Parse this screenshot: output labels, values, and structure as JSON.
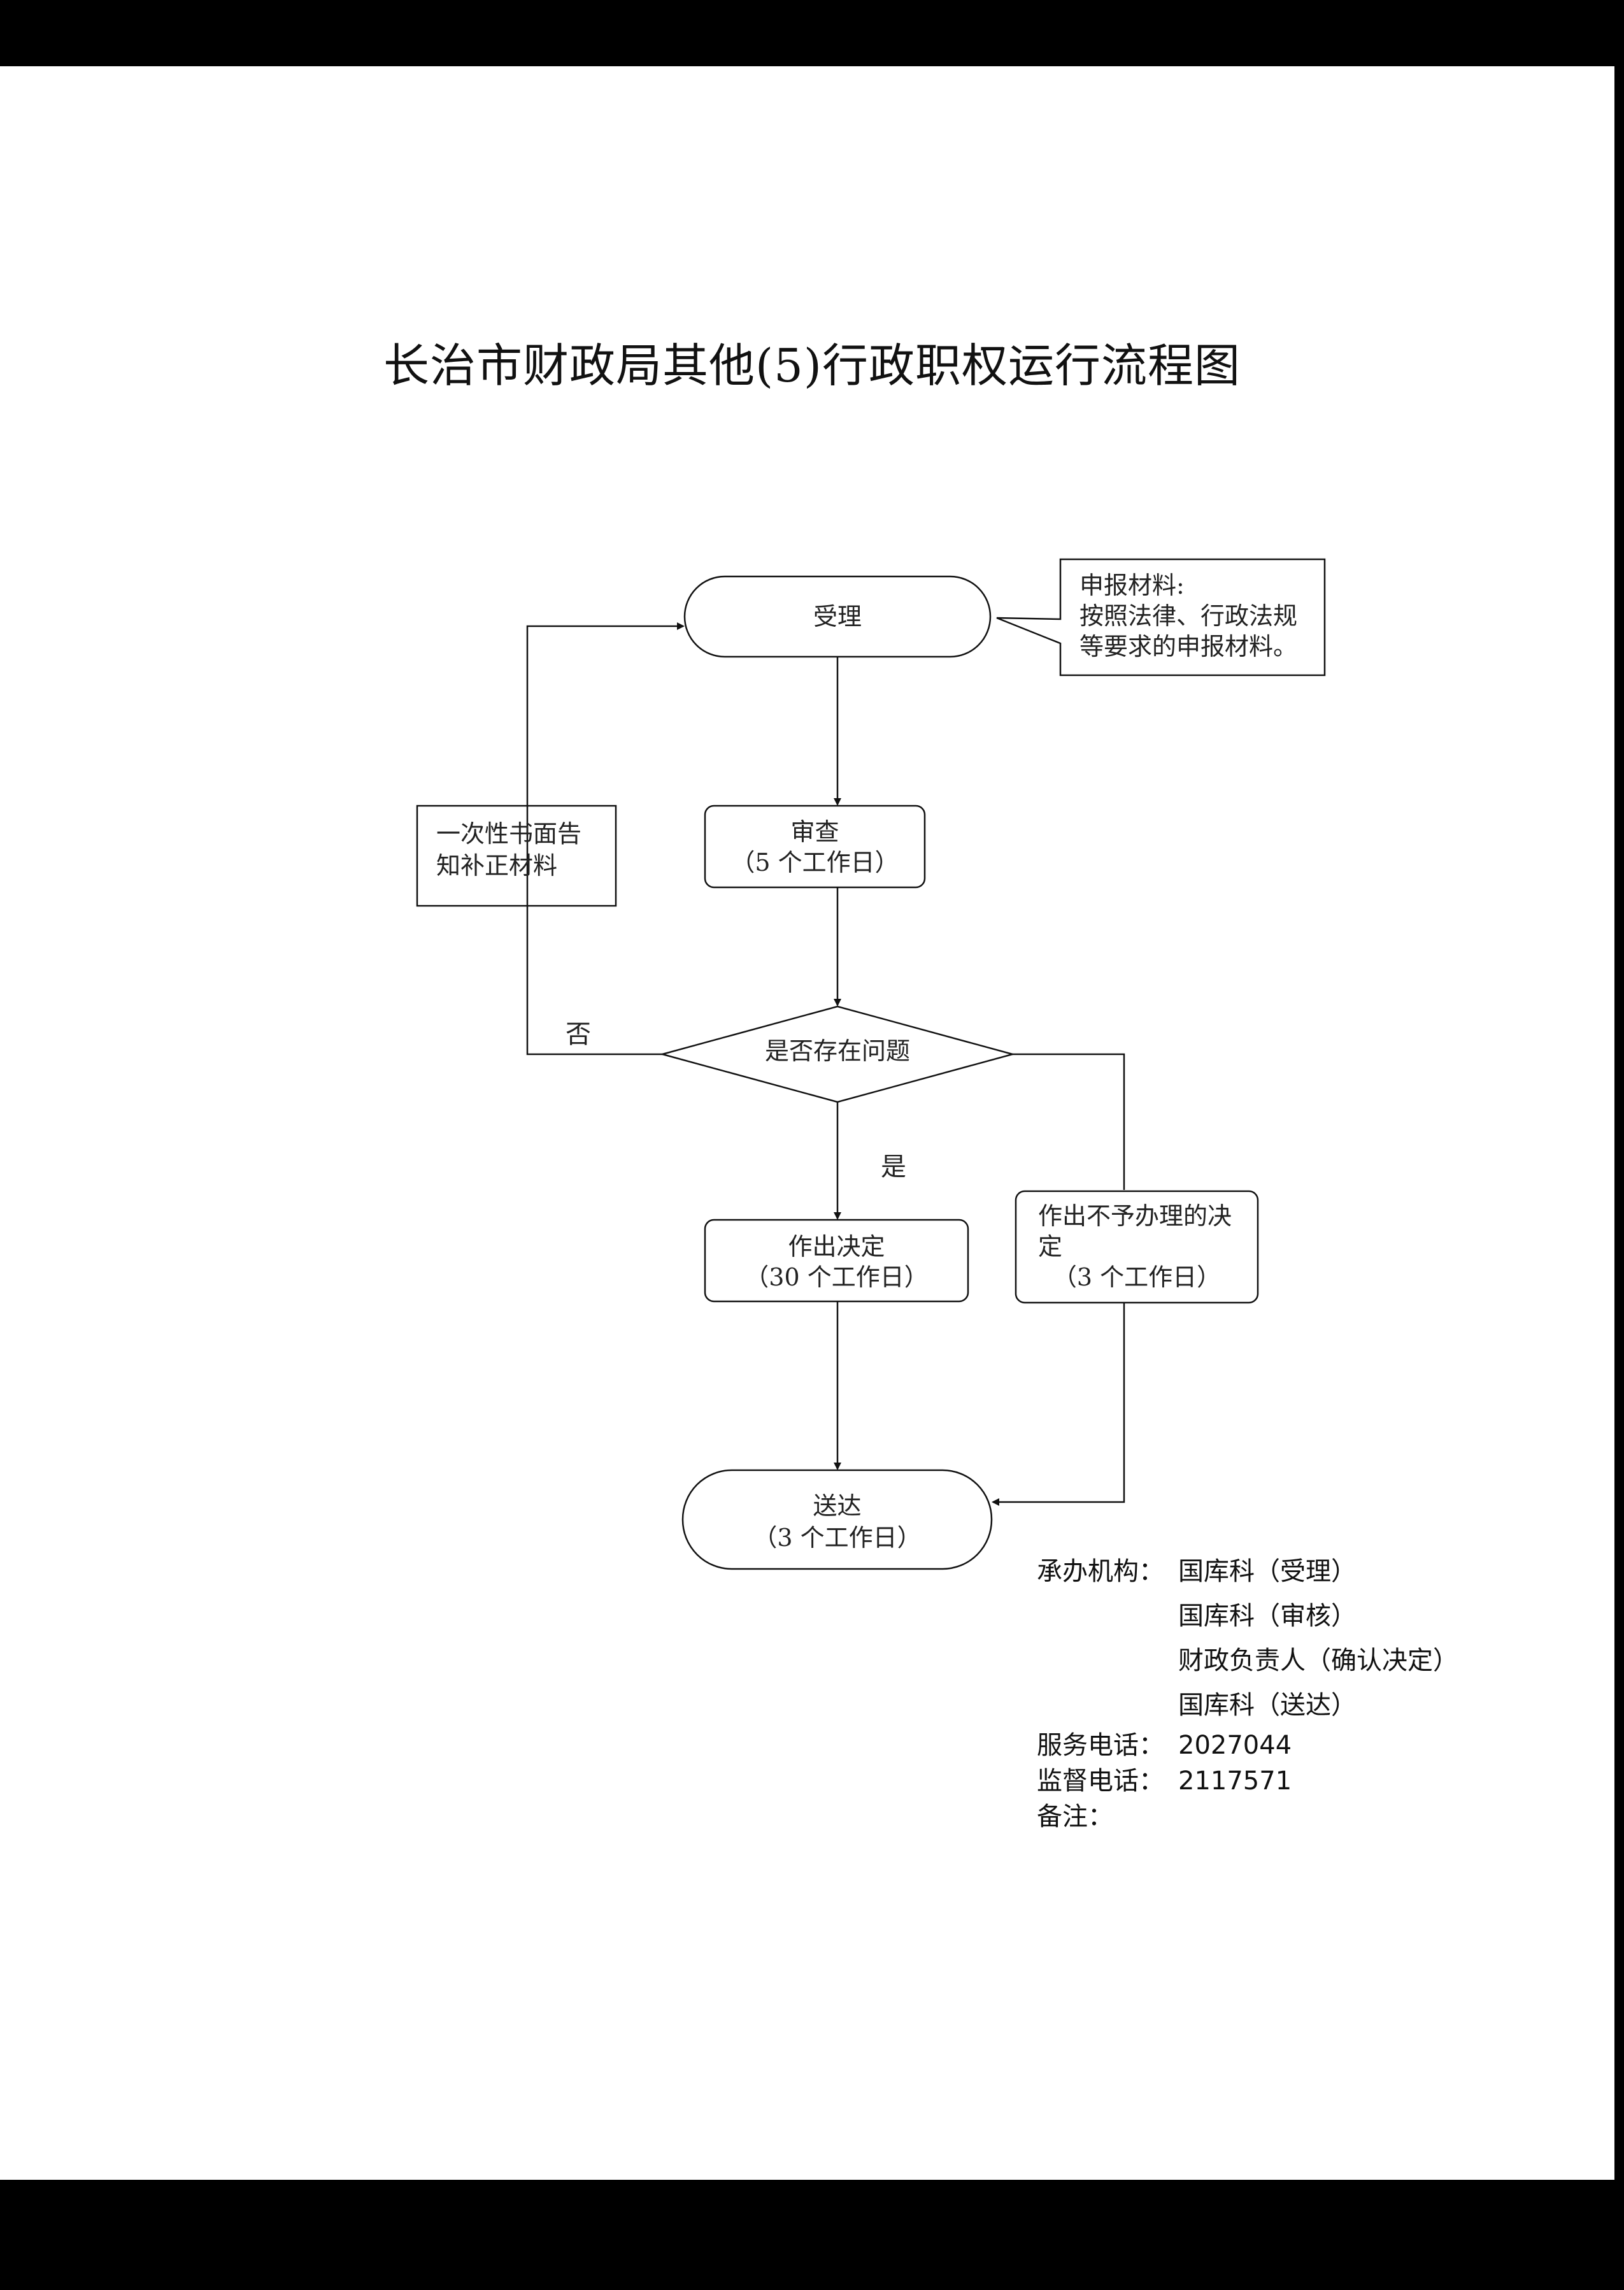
{
  "title": "长治市财政局其他(5)行政职权运行流程图",
  "nodes": {
    "accept": {
      "label": "受理"
    },
    "materials_note": {
      "line1": "申报材料:",
      "line2": "按照法律、行政法规",
      "line3": "等要求的申报材料。"
    },
    "review": {
      "label": "审查",
      "days": "（5 个工作日）"
    },
    "decision_question": {
      "label": "是否存在问题"
    },
    "notify_supplement": {
      "line1": "一次性书面告",
      "line2": "知补正材料"
    },
    "make_decision": {
      "label": "作出决定",
      "days": "（30 个工作日）"
    },
    "reject_decision": {
      "line1": "作出不予办理的决",
      "line2": "定",
      "days": "（3 个工作日）"
    },
    "deliver": {
      "label": "送达",
      "days": "（3 个工作日）"
    }
  },
  "edges": {
    "no_label": "否",
    "yes_label": "是"
  },
  "info": {
    "org_label": "承办机构：",
    "org_lines": [
      "国库科（受理）",
      "国库科（审核）",
      "财政负责人（确认决定）",
      "国库科（送达）"
    ],
    "service_phone_label": "服务电话：",
    "service_phone": "2027044",
    "supervise_phone_label": "监督电话：",
    "supervise_phone": "2117571",
    "remark_label": "备注："
  }
}
